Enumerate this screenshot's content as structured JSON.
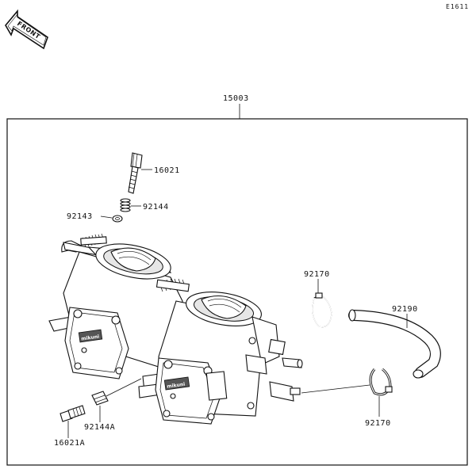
{
  "diagram_code": "E1611",
  "front_label": "FRONT",
  "assembly_label": "15003",
  "parts": {
    "screw_top": "16021",
    "spring_top": "92144",
    "oring": "92143",
    "clamp_upper": "92170",
    "hose": "92190",
    "spring_bottom": "92144A",
    "screw_bottom": "16021A",
    "clamp_lower": "92170"
  },
  "brand_text": "mikuni"
}
